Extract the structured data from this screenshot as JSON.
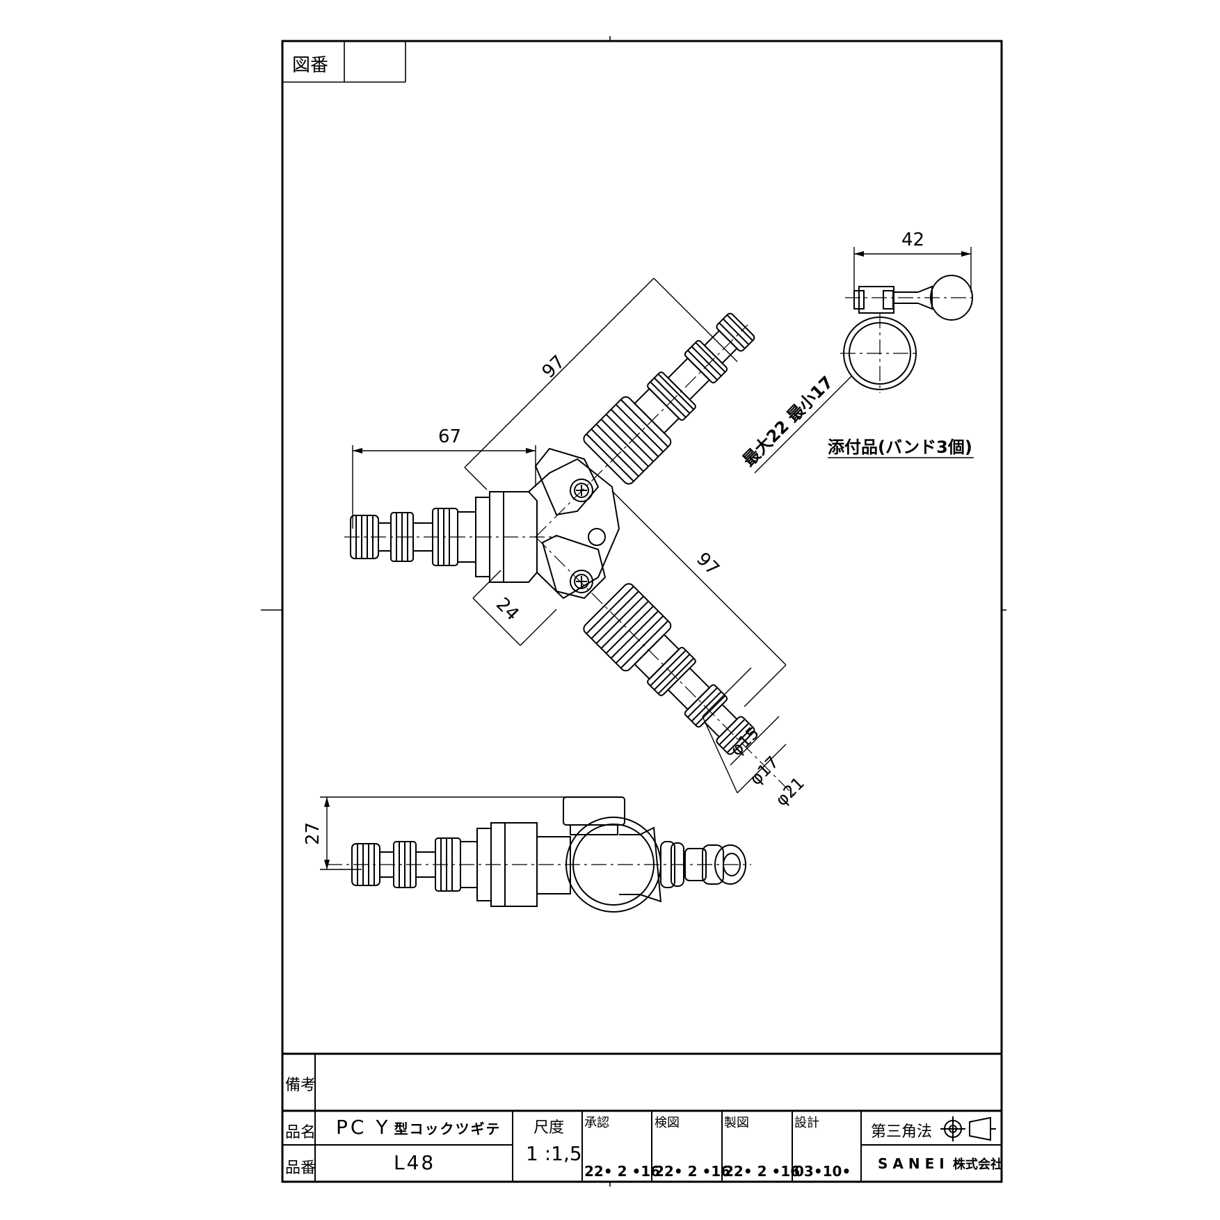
{
  "title_block": {
    "drawing_no_label": "図番",
    "drawing_no_value": "",
    "remarks_label": "備考",
    "remarks_value": "",
    "product_name_label": "品名",
    "product_name_prefix": "PC Y",
    "product_name_suffix": "型コックツギテ",
    "product_no_label": "品番",
    "product_no": "L48",
    "scale_label": "尺度",
    "scale": "1 :1,5",
    "approval_label": "承認",
    "approval_date": "22• 2 •16",
    "inspection_label": "検図",
    "inspection_date": "22• 2 •16",
    "drafting_label": "製図",
    "drafting_date": "22• 2 •16",
    "design_label": "設計",
    "design_date": "03•10•",
    "projection": "第三角法",
    "company": "SANEI",
    "company_suffix": "株式会社"
  },
  "dimensions": {
    "branch_upper_length": "97",
    "branch_lower_length": "97",
    "inlet_length": "67",
    "body_offset": "24",
    "height": "27",
    "band_width": "42",
    "dia_15": "φ15",
    "dia_17": "φ17",
    "dia_21": "φ21",
    "band_range": "最大22 最小17"
  },
  "notes": {
    "accessory": "添付品(バンド3個)"
  }
}
